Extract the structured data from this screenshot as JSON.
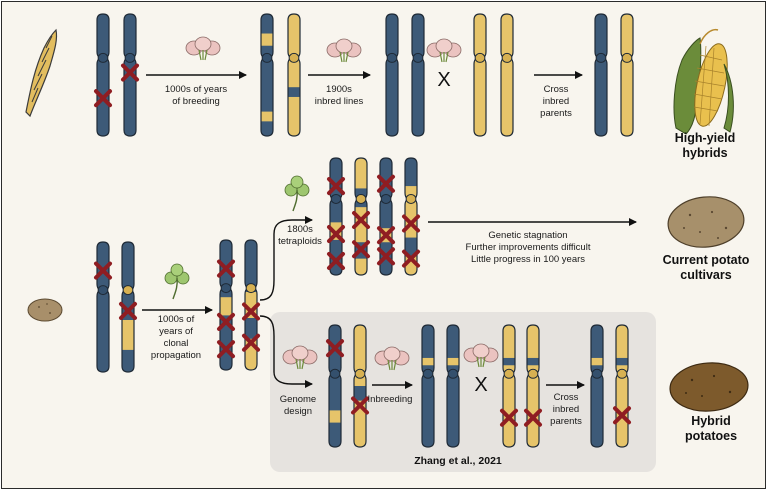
{
  "colors": {
    "blue_chromosome": "#3d5a78",
    "yellow_chromosome": "#e6c46a",
    "deleterious_mark": "#8f1d22",
    "panel_background": "#e6e3df",
    "background": "#f8f5ee"
  },
  "icons": [
    "wild-maize-icon",
    "maize-flower-icon",
    "corn-cob-icon",
    "wild-potato-icon",
    "clover-icon",
    "potato-flower-icon",
    "potato-tuber-icon"
  ],
  "maize": {
    "step1": {
      "line1": "1000s of years",
      "line2": "of breeding"
    },
    "step2": {
      "line1": "1900s",
      "line2": "inbred lines"
    },
    "step3": {
      "line1": "Cross",
      "line2": "inbred",
      "line3": "parents"
    },
    "outcome": {
      "line1": "High-yield",
      "line2": "hybrids"
    }
  },
  "potato": {
    "step1": {
      "line1": "1000s of",
      "line2": "years of",
      "line3": "clonal",
      "line4": "propagation"
    },
    "tetraploid": {
      "line1": "1800s",
      "line2": "tetraploids"
    },
    "stagnation": {
      "line1": "Genetic stagnation",
      "line2": "Further improvements difficult",
      "line3": "Little progress in 100 years"
    },
    "current_outcome": {
      "line1": "Current potato",
      "line2": "cultivars"
    },
    "hybrid_steps": {
      "genome_design": {
        "line1": "Genome",
        "line2": "design"
      },
      "inbreeding": "Inbreeding",
      "cross": {
        "line1": "Cross",
        "line2": "inbred",
        "line3": "parents"
      }
    },
    "hybrid_outcome": {
      "line1": "Hybrid",
      "line2": "potatoes"
    },
    "reference": "Zhang et al., 2021"
  }
}
